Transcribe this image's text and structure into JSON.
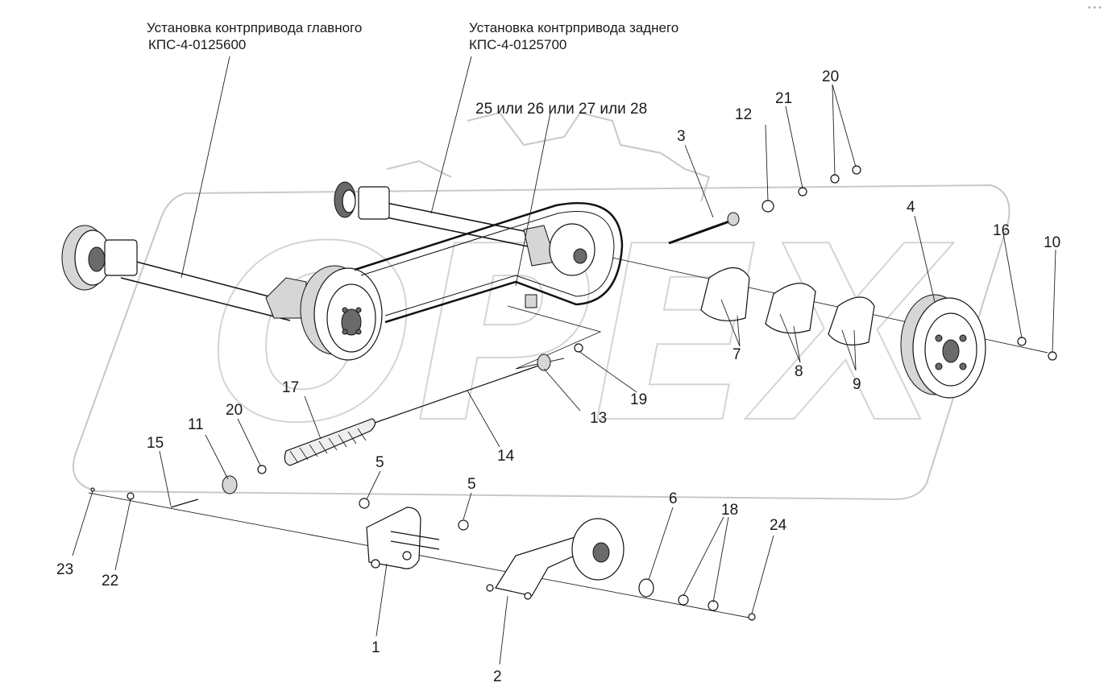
{
  "titles": {
    "main_assembly": [
      "Установка контрпривода главного",
      "КПС-4-0125600"
    ],
    "rear_assembly": [
      "Установка контрпривода заднего",
      "КПС-4-0125700"
    ]
  },
  "watermark": "OPEX",
  "corner_mark": "° ° °",
  "callouts": {
    "c1": "1",
    "c2": "2",
    "c3": "3",
    "c4": "4",
    "c5a": "5",
    "c5b": "5",
    "c6": "6",
    "c7": "7",
    "c8": "8",
    "c9": "9",
    "c10": "10",
    "c11": "11",
    "c12": "12",
    "c13": "13",
    "c14": "14",
    "c15": "15",
    "c16": "16",
    "c17": "17",
    "c18": "18",
    "c19": "19",
    "c20a": "20",
    "c20b": "20",
    "c21": "21",
    "c22": "22",
    "c23": "23",
    "c24": "24",
    "c25": "25 или 26 или 27 или 28"
  }
}
